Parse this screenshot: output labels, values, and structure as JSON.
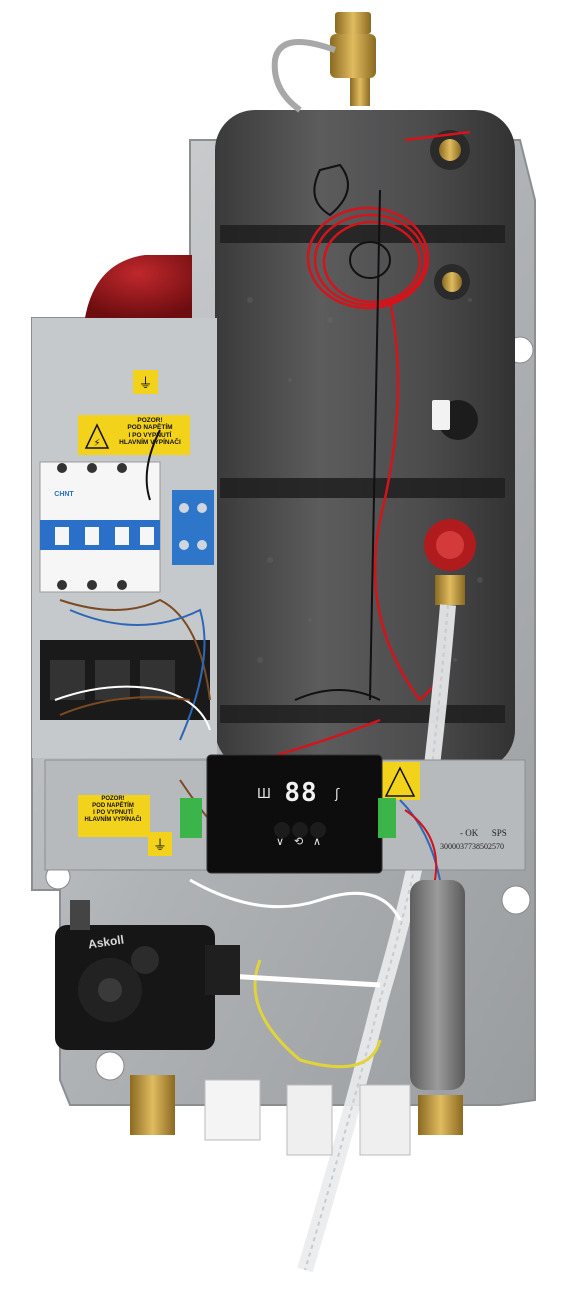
{
  "panel": {
    "warning_label": "POZOR!\nPOD NAPĚTÍM\nI PO VYPNUTÍ\nHLAVNÍM VYPÍNAČI",
    "warning_label_2": "POZOR!\nPOD NAPĚTÍM\nI PO VYPNUTÍ\nHLAVNÍM VYPÍNAČI"
  },
  "breaker": {
    "brand": "CHNT"
  },
  "controller": {
    "display_value": "88",
    "left_symbol": "Ш",
    "right_symbol": "ʃ",
    "buttons": [
      "∨",
      "⟲",
      "∧"
    ]
  },
  "pump": {
    "brand": "Askoll"
  },
  "sticker": {
    "line1": "- OK      SPS",
    "line2": "3000037738502570"
  },
  "colors": {
    "insulation": "#4a4a4b",
    "panel": "#b9bcbf",
    "warning": "#f3d21b",
    "red_wire": "#d4131b",
    "brass": "#c9a043"
  }
}
